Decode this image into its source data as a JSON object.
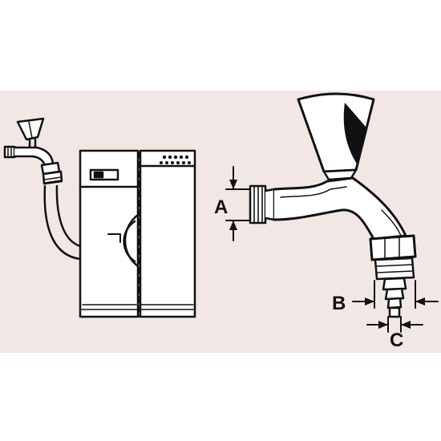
{
  "colors": {
    "background": "#ffffff",
    "band": "#f1e7e4",
    "ink": "#111111"
  },
  "labels": {
    "a": "A",
    "b": "B",
    "c": "C"
  },
  "icons": [
    "faucet-icon",
    "washing-machine-icon",
    "hose-icon",
    "garden-tap-icon"
  ]
}
